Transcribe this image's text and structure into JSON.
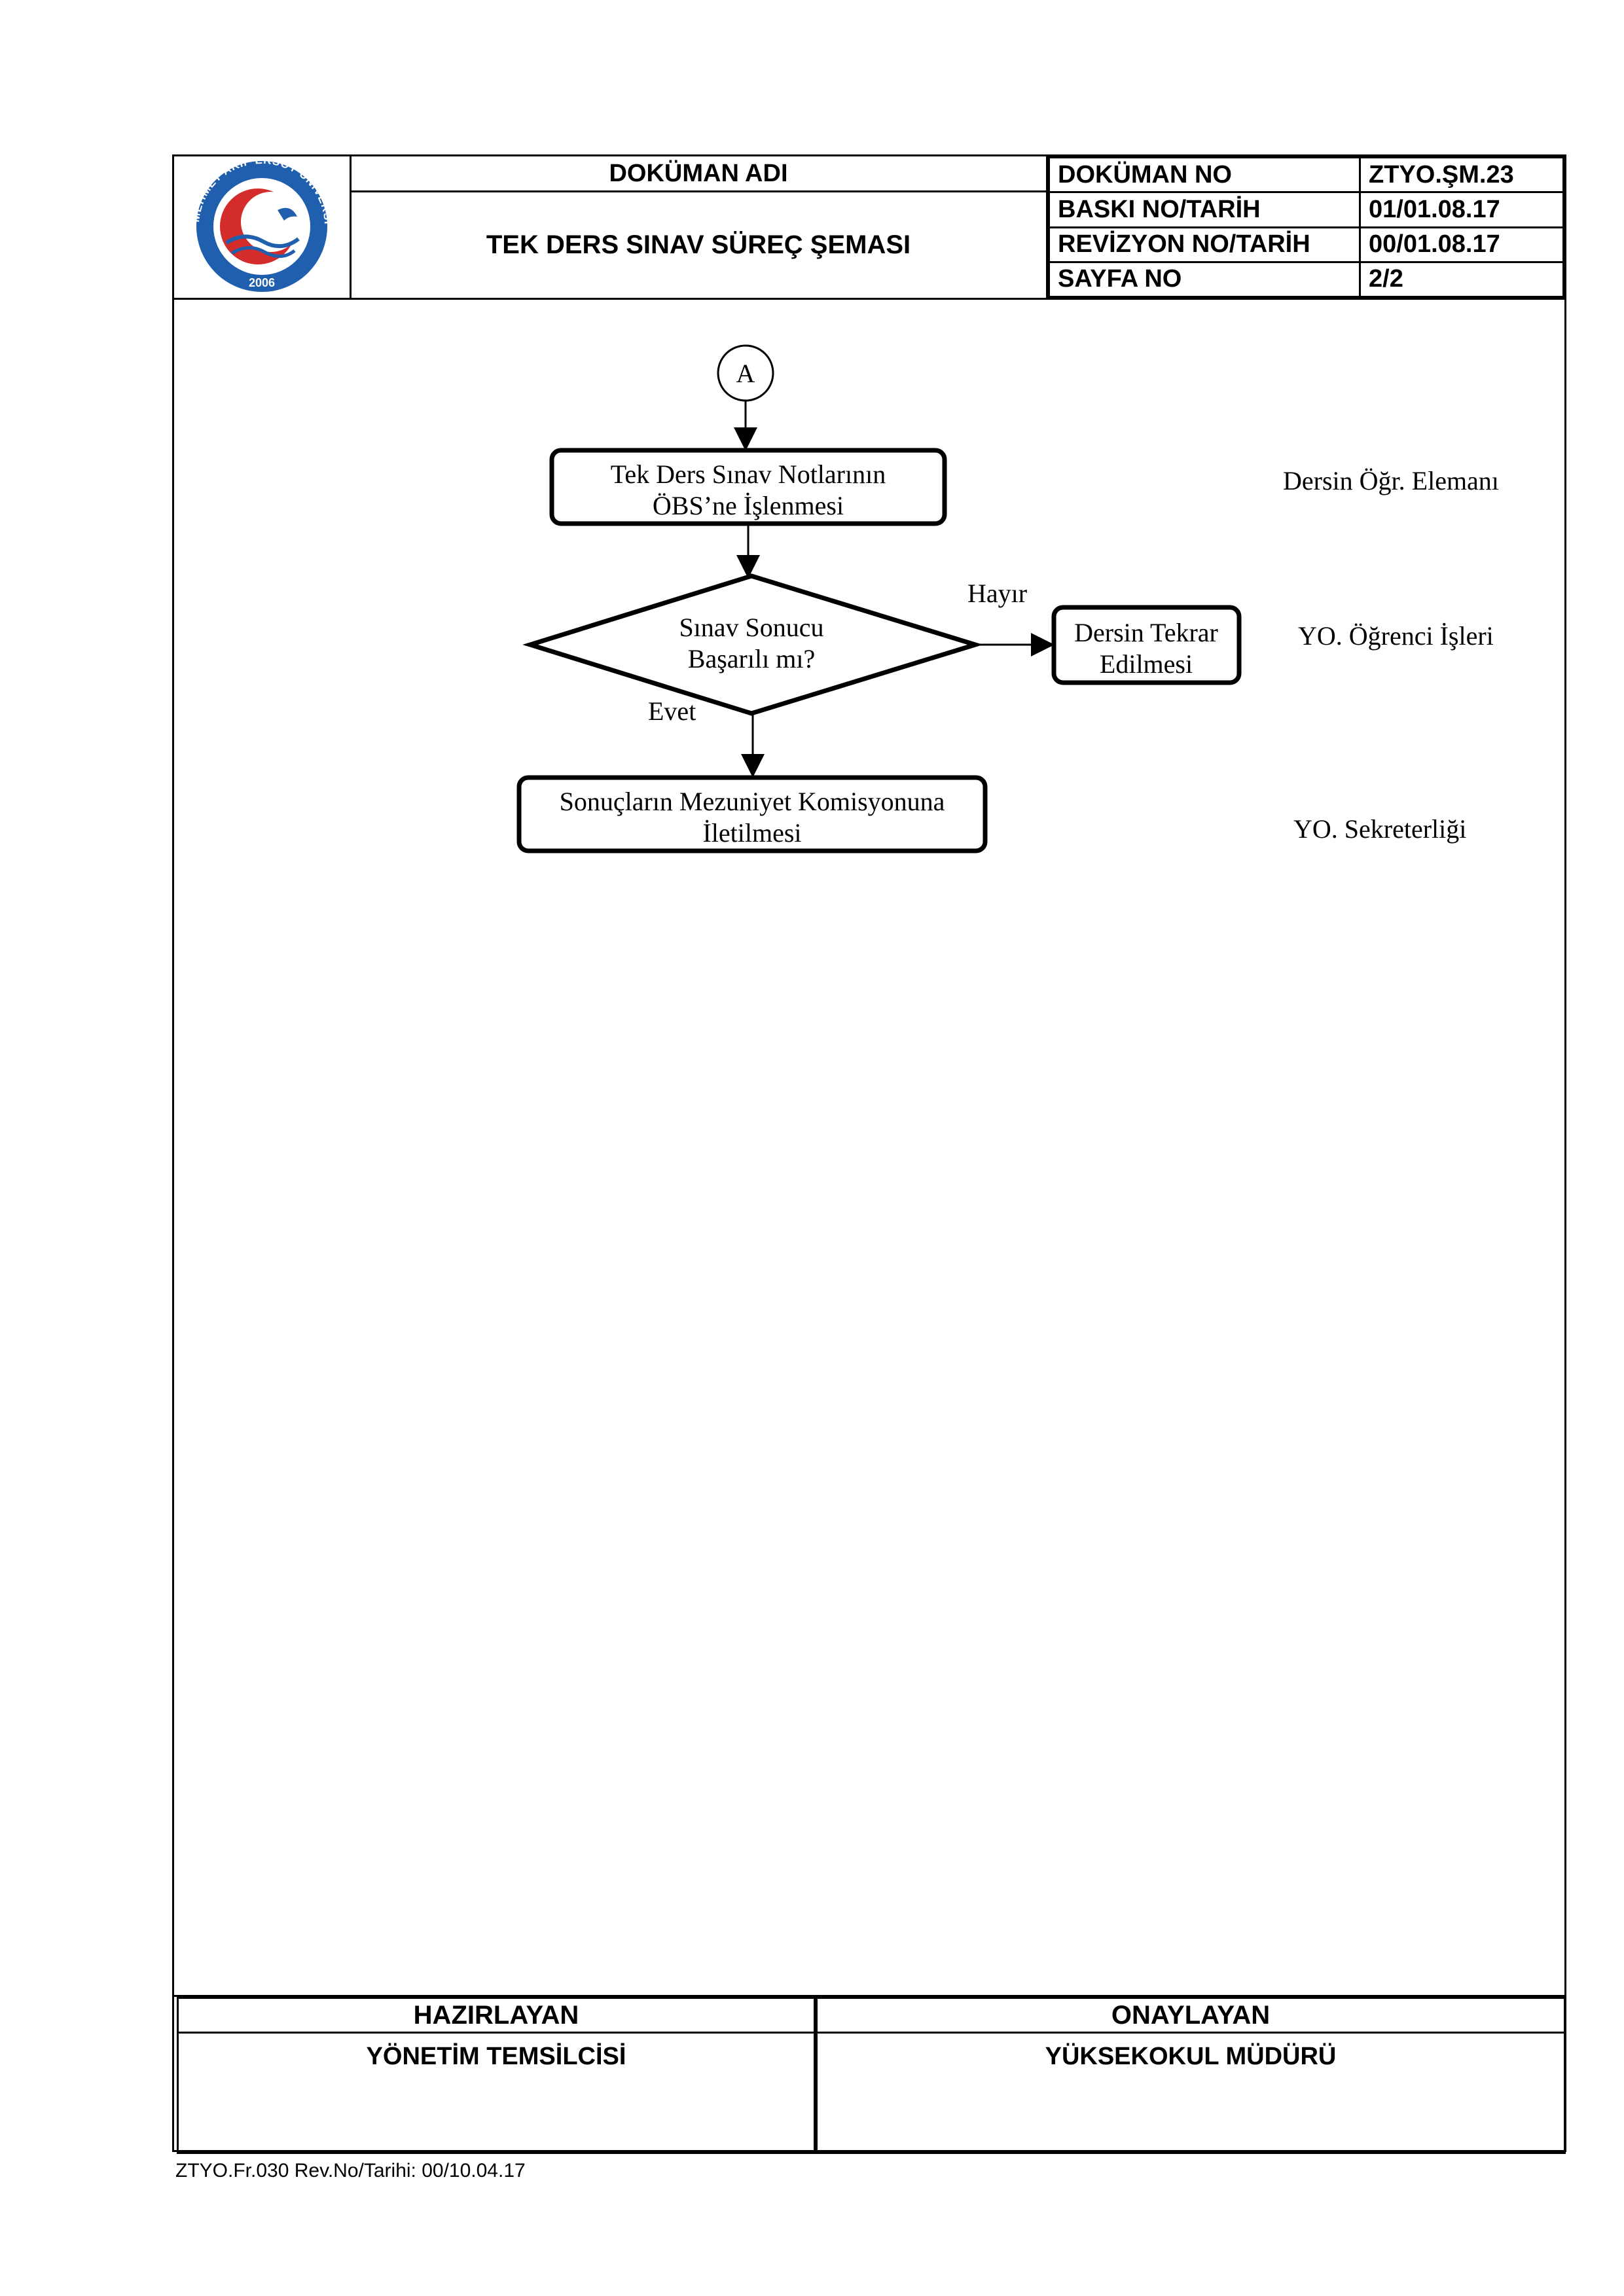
{
  "header": {
    "doc_name_label": "DOKÜMAN ADI",
    "doc_title": "TEK DERS SINAV SÜREÇ ŞEMASI",
    "meta": [
      {
        "label": "DOKÜMAN NO",
        "value": "ZTYO.ŞM.23"
      },
      {
        "label": "BASKI NO/TARİH",
        "value": "01/01.08.17"
      },
      {
        "label": "REVİZYON NO/TARİH",
        "value": "00/01.08.17"
      },
      {
        "label": "SAYFA NO",
        "value": "2/2"
      }
    ],
    "logo": {
      "ring_text": "MEHMET AKİF ERSOY ÜNİVERSİTESİ",
      "year": "2006",
      "colors": {
        "ring": "#1f5fae",
        "crescent": "#d42b2b"
      }
    }
  },
  "flowchart": {
    "connector": "A",
    "step1_line1": "Tek Ders Sınav Notlarının",
    "step1_line2": "ÖBS’ne İşlenmesi",
    "decision_line1": "Sınav Sonucu",
    "decision_line2": "Başarılı mı?",
    "no_label": "Hayır",
    "yes_label": "Evet",
    "no_box_line1": "Dersin Tekrar",
    "no_box_line2": "Edilmesi",
    "step2_line1": "Sonuçların Mezuniyet Komisyonuna",
    "step2_line2": "İletilmesi",
    "responsible": [
      "Dersin Öğr. Elemanı",
      "YO. Öğrenci İşleri",
      "YO. Sekreterliği"
    ]
  },
  "footer": {
    "prepared_label": "HAZIRLAYAN",
    "prepared_value": "YÖNETİM TEMSİLCİSİ",
    "approved_label": "ONAYLAYAN",
    "approved_value": "YÜKSEKOKUL MÜDÜRÜ",
    "form_code": "ZTYO.Fr.030 Rev.No/Tarihi: 00/10.04.17"
  }
}
